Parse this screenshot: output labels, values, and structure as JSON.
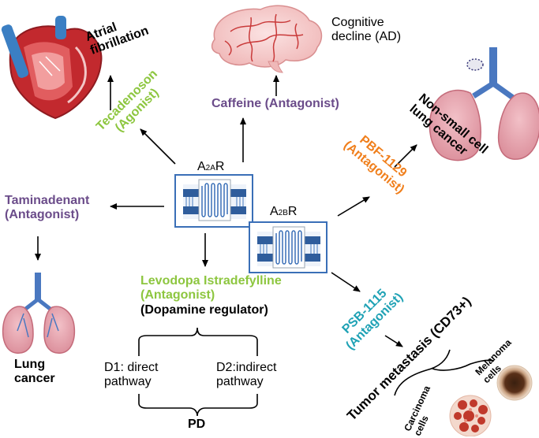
{
  "receptors": {
    "a2a": {
      "main": "A",
      "sub": "2A",
      "tail": "R"
    },
    "a2b": {
      "main": "A",
      "sub": "2B",
      "tail": "R"
    }
  },
  "drugs": {
    "tecadenoson": {
      "line1": "Tecadenoson",
      "line2": "(Agonist)"
    },
    "caffeine": {
      "text": "Caffeine (Antagonist)"
    },
    "taminadenant": {
      "line1": "Taminadenant",
      "line2": "(Antagonist)"
    },
    "levodopa": {
      "line1": "Levodopa Istradefylline",
      "line2": "(Antagonist)",
      "line3": "(Dopamine regulator)"
    },
    "pbf": {
      "line1": "PBF-1129",
      "line2": "(Antagonist)"
    },
    "psb": {
      "line1": "PSB-1115",
      "line2": "(Antagonist)"
    }
  },
  "outcomes": {
    "atrial": {
      "line1": "Atrial",
      "line2": "fibrillation"
    },
    "cognitive": {
      "line1": "Cognitive",
      "line2": "decline (AD)"
    },
    "nsclc": {
      "line1": "Non-small cell",
      "line2": "lung cancer"
    },
    "lung": {
      "line1": "Lung",
      "line2": "cancer"
    },
    "d1": {
      "line1": "D1: direct",
      "line2": "pathway"
    },
    "d2": {
      "line1": "D2:indirect",
      "line2": "pathway"
    },
    "pd": "PD",
    "metastasis": "Tumor metastasis (CD73+)",
    "melanoma": {
      "line1": "Melanoma",
      "line2": "cells"
    },
    "carcinoma": {
      "line1": "Carcinoma",
      "line2": "cells"
    }
  },
  "colors": {
    "agonist_green": "#8dc63f",
    "antagonist_purple": "#6b4c8a",
    "antagonist_orange": "#f07f1c",
    "antagonist_teal": "#1fa2b5",
    "receptor_blue": "#3a6fb7"
  },
  "icons": [
    "heart-icon",
    "brain-icon",
    "lung-icon",
    "receptor-icon",
    "cell-icon"
  ]
}
